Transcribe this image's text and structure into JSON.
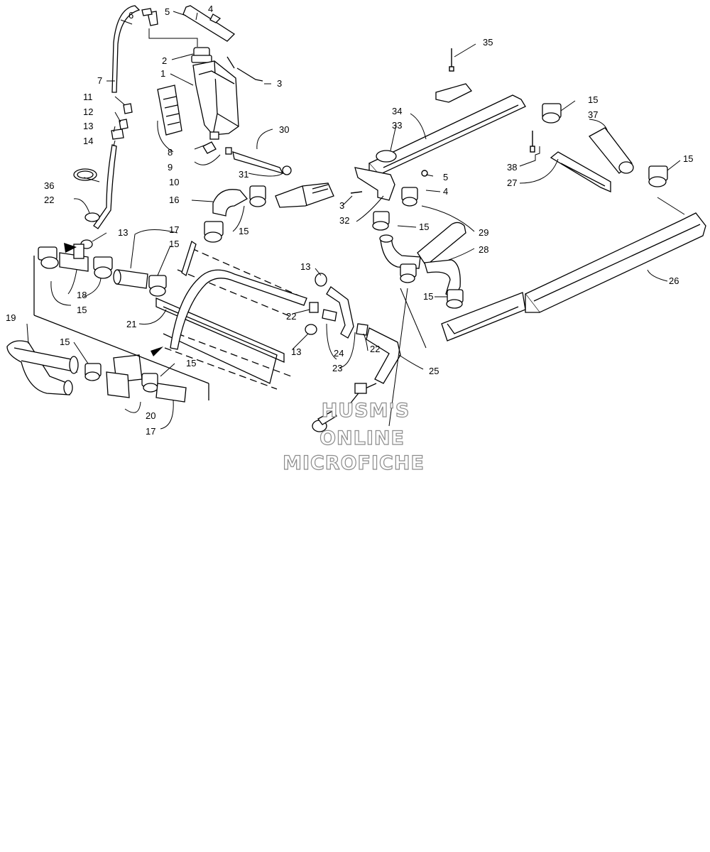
{
  "watermark": {
    "line1": "HUSM'S",
    "line2": "ONLINE",
    "line3": "MICROFICHE"
  },
  "callouts": [
    "1",
    "2",
    "3",
    "4",
    "5",
    "6",
    "7",
    "8",
    "9",
    "10",
    "11",
    "12",
    "13",
    "14",
    "15",
    "16",
    "17",
    "18",
    "19",
    "20",
    "21",
    "22",
    "23",
    "24",
    "25",
    "26",
    "27",
    "28",
    "29",
    "30",
    "31",
    "32",
    "33",
    "34",
    "35",
    "36",
    "37",
    "38"
  ]
}
